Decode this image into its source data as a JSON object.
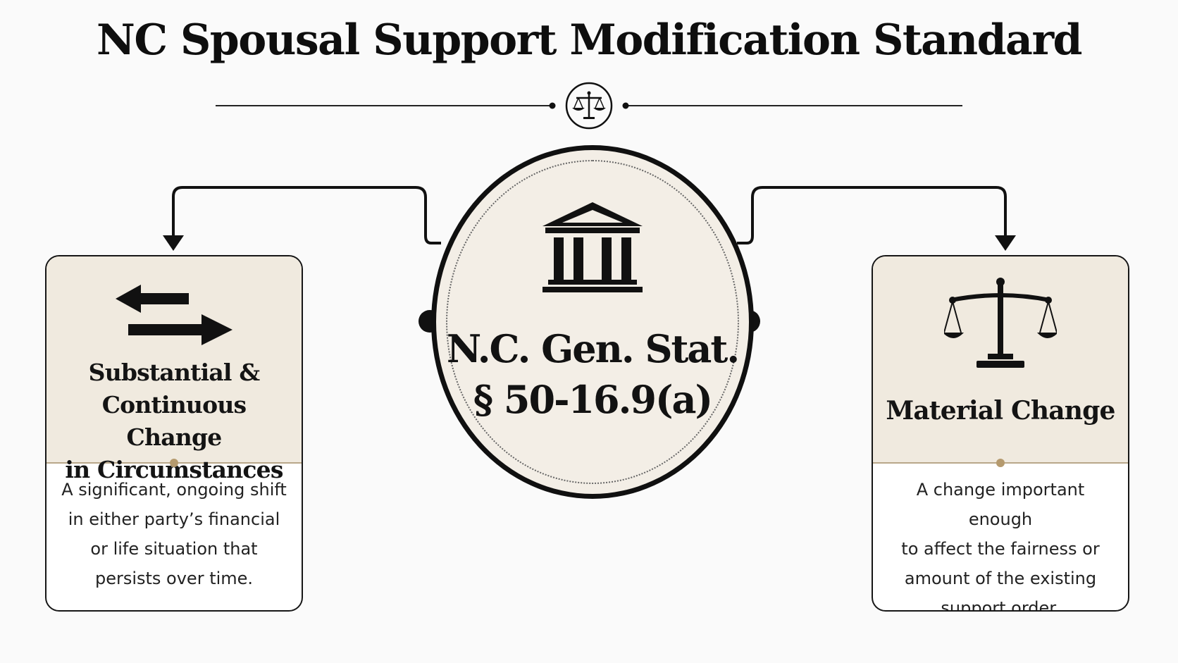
{
  "title": "NC Spousal Support Modification Standard",
  "center": {
    "line1": "N.C. Gen. Stat.",
    "line2": "§ 50-16.9(a)",
    "icon": "courthouse-icon"
  },
  "left_card": {
    "icon": "swap-arrows-icon",
    "title_lines": [
      "Substantial &",
      "Continuous Change",
      "in Circumstances"
    ],
    "description_lines": [
      "A significant, ongoing shift",
      "in either party’s financial",
      "or life situation that",
      "persists over time."
    ]
  },
  "right_card": {
    "icon": "scales-icon",
    "title": "Material Change",
    "description_lines": [
      "A change important enough",
      "to affect the fairness or",
      "amount of the existing",
      "support order."
    ]
  },
  "divider_icon": "scales-icon",
  "colors": {
    "background": "#fafafa",
    "card_header": "#f0eadf",
    "accent": "#b59a6e",
    "ink": "#111111"
  }
}
